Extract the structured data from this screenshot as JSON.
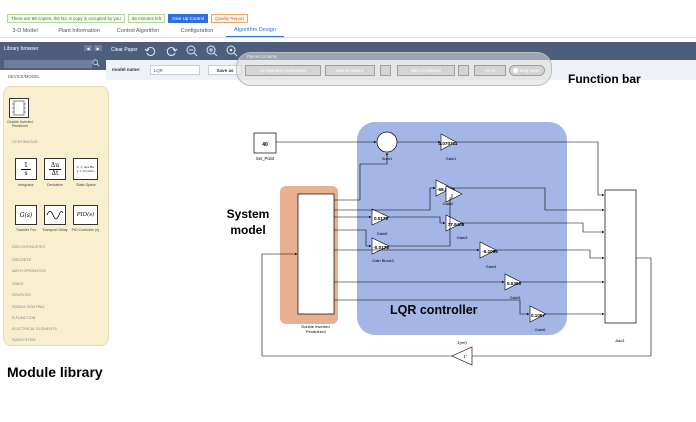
{
  "notices": [
    "There are 98 copies, the No. 6 copy is occupied by you",
    "55 minutes left",
    "Give Up Control",
    "Quality Report"
  ],
  "tabs": [
    {
      "label": "3-D Model"
    },
    {
      "label": "Plant Information"
    },
    {
      "label": "Control Algorithm"
    },
    {
      "label": "Configuration"
    },
    {
      "label": "Algorithm Design",
      "active": true
    }
  ],
  "sidebar": {
    "title": "Library browser",
    "search_placeholder": "search",
    "section": "DEVICE/MODEL",
    "blocks": {
      "pendulum": "Double Inverted Pendulum",
      "integrator_num": "1",
      "integrator_den": "s",
      "integrator": "Integrator",
      "derivative_num": "Δu",
      "derivative_den": "Δt",
      "derivative": "Derivative",
      "state_space_sym": "x' = Ax+Bu\ny = Cx+Du",
      "state_space": "State-Space",
      "transfer_fcn_sym": "G(s)",
      "transfer_fcn": "Transfer Fcn",
      "transport_delay": "Transport Delay",
      "pid_sym": "PID(s)",
      "pid": "PID Controller (s)"
    },
    "categories": {
      "continuous": "CONTINUOUS",
      "discontinuities": "DISCONTINUITIES",
      "discrete": "DISCRETE",
      "math": "MATH OPERATION",
      "sinks": "SINKS",
      "sources": "SOURCES",
      "signal_routing": "SIGNAL ROUTING",
      "s_function": "S-FUNCTION",
      "electrical": "ELECTRICAL ELEMENTS",
      "subsystem": "SUBSYSTEM"
    }
  },
  "toolbar": {
    "clear_paper": "Clear Paper",
    "ghost_text": "Parcel Contents"
  },
  "model": {
    "label": "model name:",
    "value": "LQR",
    "save": "Save as"
  },
  "function_bar": {
    "config": "configuration parameters",
    "start_sim": "start simulation",
    "start_comp": "start compilation",
    "return": "return",
    "toggle": "drag paper"
  },
  "diagram": {
    "set_point_value": "40",
    "set_point": "Set_Point",
    "sum": "Sum1",
    "gains": [
      {
        "name": "Gain1",
        "value": "4.070711"
      },
      {
        "name": "Gain2",
        "value": "-68.8486"
      },
      {
        "name": "Gain5",
        "value": "0.0175"
      },
      {
        "name": "Gain3",
        "value": "77.6408"
      },
      {
        "name": "Gain Block3",
        "value": "-0.0175"
      },
      {
        "name": "Gain4",
        "value": "-5.1096"
      },
      {
        "name": "Gain5",
        "value": "0.0396"
      },
      {
        "name": "Gain6",
        "value": "0.1067"
      }
    ],
    "pendulum": "Double Inverted Pendulum1",
    "add": "Add1",
    "feedback_label": "1(ref)",
    "feedback_value": "1'"
  },
  "annotations": {
    "function_bar": "Function bar",
    "system_model": "System model",
    "lqr": "LQR controller",
    "module_library": "Module library"
  },
  "colors": {
    "toolbar": "#4e5f7d",
    "library_panel": "#f8efcf",
    "lqr_region": "#a4b6e6",
    "system_model": "#e7b08e",
    "accent": "#2f6fdb"
  }
}
